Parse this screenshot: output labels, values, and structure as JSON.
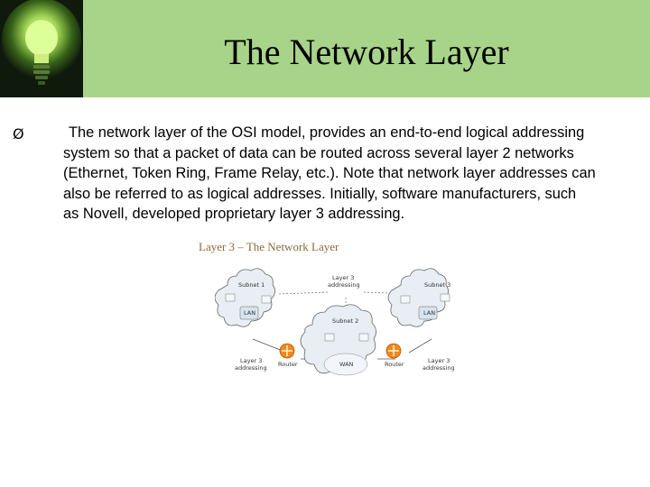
{
  "slide": {
    "title": "The Network Layer",
    "bullet_symbol": "Ø",
    "body": "The network layer of the OSI model, provides an end-to-end logical addressing system so that a packet of data can be routed across several layer 2 networks (Ethernet, Token Ring, Frame Relay, etc.). Note that network layer addresses can also be referred to as logical addresses. Initially, software manufacturers, such as Novell, developed proprietary layer 3 addressing."
  },
  "icons": {
    "logo": "light-bulb-icon",
    "router": "router-icon"
  },
  "colors": {
    "header": "#a8d48a",
    "bulb_glow": "#c8ff70",
    "caption": "#8a6a3a",
    "router": "#f08a1c"
  },
  "figure": {
    "caption": "Layer 3 – The Network Layer",
    "labels": {
      "subnet1": "Subnet 1",
      "subnet2": "Subnet 2",
      "subnet3": "Subnet 3",
      "lan_left": "LAN",
      "lan_right": "LAN",
      "wan": "WAN",
      "router_left": "Router",
      "router_right": "Router",
      "addr_top_1": "Layer 3",
      "addr_top_2": "addressing",
      "addr_left_1": "Layer 3",
      "addr_left_2": "addressing",
      "addr_right_1": "Layer 3",
      "addr_right_2": "addressing"
    }
  }
}
